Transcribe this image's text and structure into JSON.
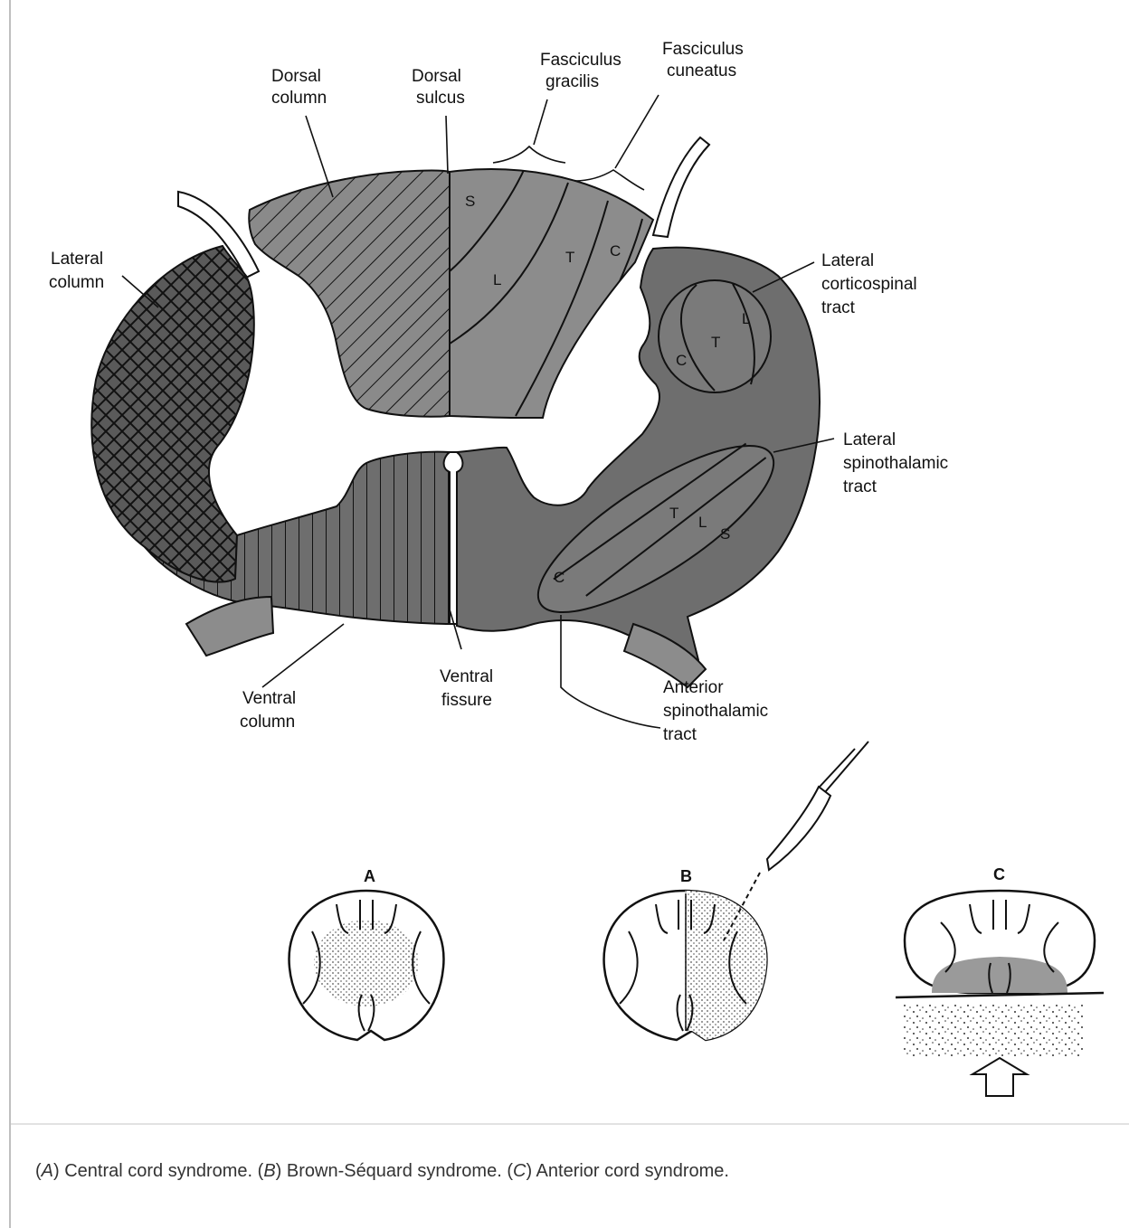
{
  "figure": {
    "labels": {
      "dorsal_column": [
        "Dorsal",
        "column"
      ],
      "dorsal_sulcus": [
        "Dorsal",
        "sulcus"
      ],
      "fasciculus_gracilis": [
        "Fasciculus",
        "gracilis"
      ],
      "fasciculus_cuneatus": [
        "Fasciculus",
        "cuneatus"
      ],
      "lateral_column": [
        "Lateral",
        "column"
      ],
      "lateral_corticospinal_tract": [
        "Lateral",
        "corticospinal",
        "tract"
      ],
      "lateral_spinothalamic_tract": [
        "Lateral",
        "spinothalamic",
        "tract"
      ],
      "ventral_column": [
        "Ventral",
        "column"
      ],
      "ventral_fissure": [
        "Ventral",
        "fissure"
      ],
      "anterior_spinothalamic_tract": [
        "Anterior",
        "spinothalamic",
        "tract"
      ]
    },
    "dorsal_segments": [
      "S",
      "L",
      "T",
      "C"
    ],
    "corticospinal_segments": [
      "L",
      "T",
      "C"
    ],
    "spinothalamic_segments": [
      "T",
      "L",
      "S",
      "C"
    ],
    "panels": [
      "A",
      "B",
      "C"
    ]
  },
  "caption": {
    "a_letter": "A",
    "a_text": ") Central cord syndrome. (",
    "b_letter": "B",
    "b_text": ") Brown-Séquard syndrome. (",
    "c_letter": "C",
    "c_text": ") Anterior cord syndrome."
  }
}
